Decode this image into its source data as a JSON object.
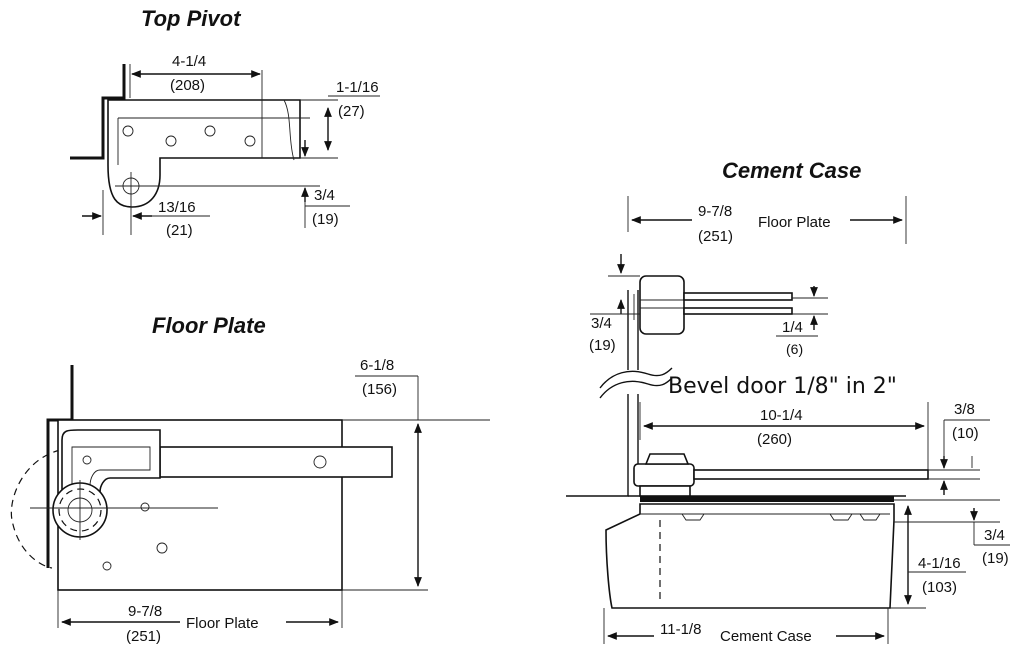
{
  "titles": {
    "top_pivot": "Top Pivot",
    "floor_plate": "Floor Plate",
    "cement_case": "Cement Case"
  },
  "top_pivot": {
    "width_in": "4-1/4",
    "width_mm": "(208)",
    "height_in": "1-1/16",
    "height_mm": "(27)",
    "offset_in": "13/16",
    "offset_mm": "(21)",
    "depth_in": "3/4",
    "depth_mm": "(19)"
  },
  "floor_plate": {
    "width_in": "6-1/8",
    "width_mm": "(156)",
    "length_in": "9-7/8",
    "length_mm": "(251)",
    "length_label": "Floor Plate"
  },
  "cement_case": {
    "plate_in": "9-7/8",
    "plate_mm": "(251)",
    "plate_label": "Floor Plate",
    "top_in": "3/4",
    "top_mm": "(19)",
    "gap_in": "1/4",
    "gap_mm": "(6)",
    "bevel_note": "Bevel door  1/8\" in 2\"",
    "arm_in": "10-1/4",
    "arm_mm": "(260)",
    "arm_h_in": "3/8",
    "arm_h_mm": "(10)",
    "plate_t_in": "3/4",
    "plate_t_mm": "(19)",
    "case_h_in": "4-1/16",
    "case_h_mm": "(103)",
    "case_len_in": "11-1/8",
    "case_len_label": "Cement Case"
  }
}
